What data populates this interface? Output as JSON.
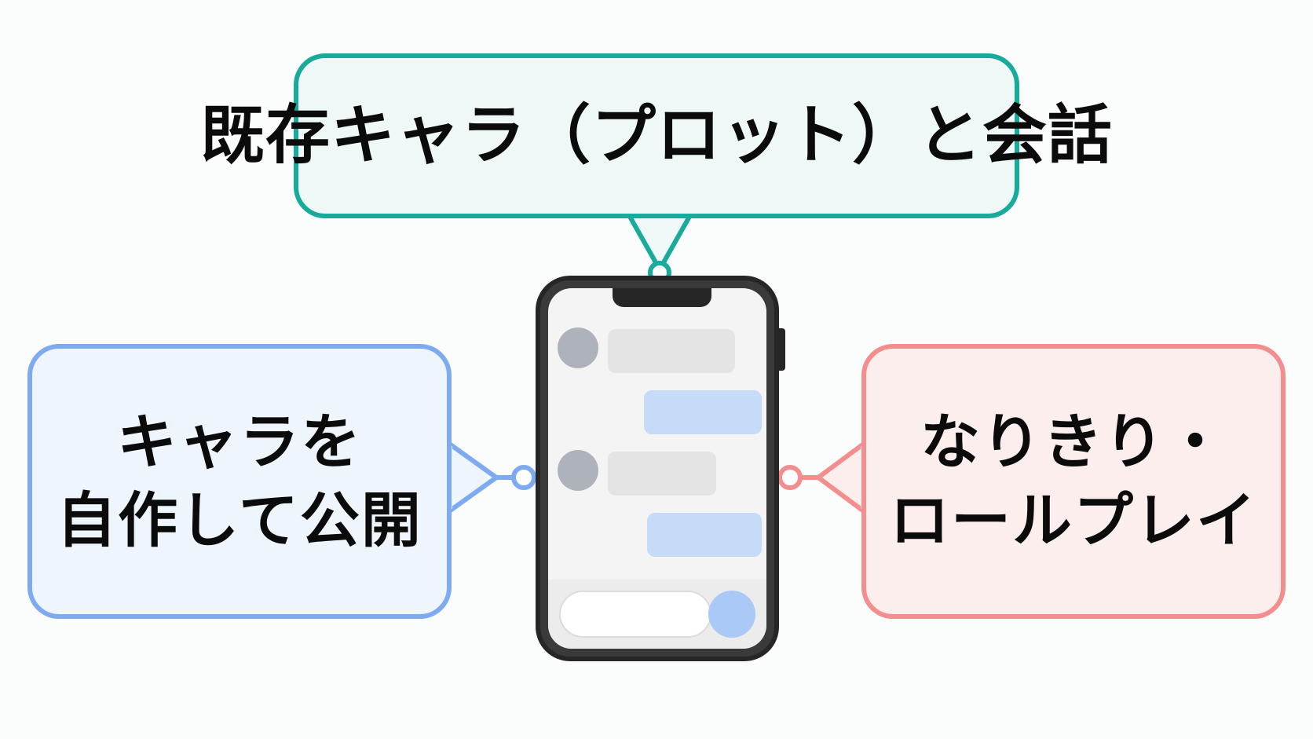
{
  "features": {
    "top": {
      "label": "既存キャラ（プロット）と会話",
      "color": "#18ab9c"
    },
    "left": {
      "line1": "キャラを",
      "line2": "自作して公開",
      "color": "#7eaaf2"
    },
    "right": {
      "line1": "なりきり・",
      "line2": "ロールプレイ",
      "color": "#f48d8d"
    }
  },
  "phone": {
    "messages": [
      {
        "side": "incoming",
        "avatar": true
      },
      {
        "side": "outgoing"
      },
      {
        "side": "incoming",
        "avatar": true
      },
      {
        "side": "outgoing"
      }
    ],
    "input_icon": "message-input",
    "send_icon": "send-icon"
  }
}
